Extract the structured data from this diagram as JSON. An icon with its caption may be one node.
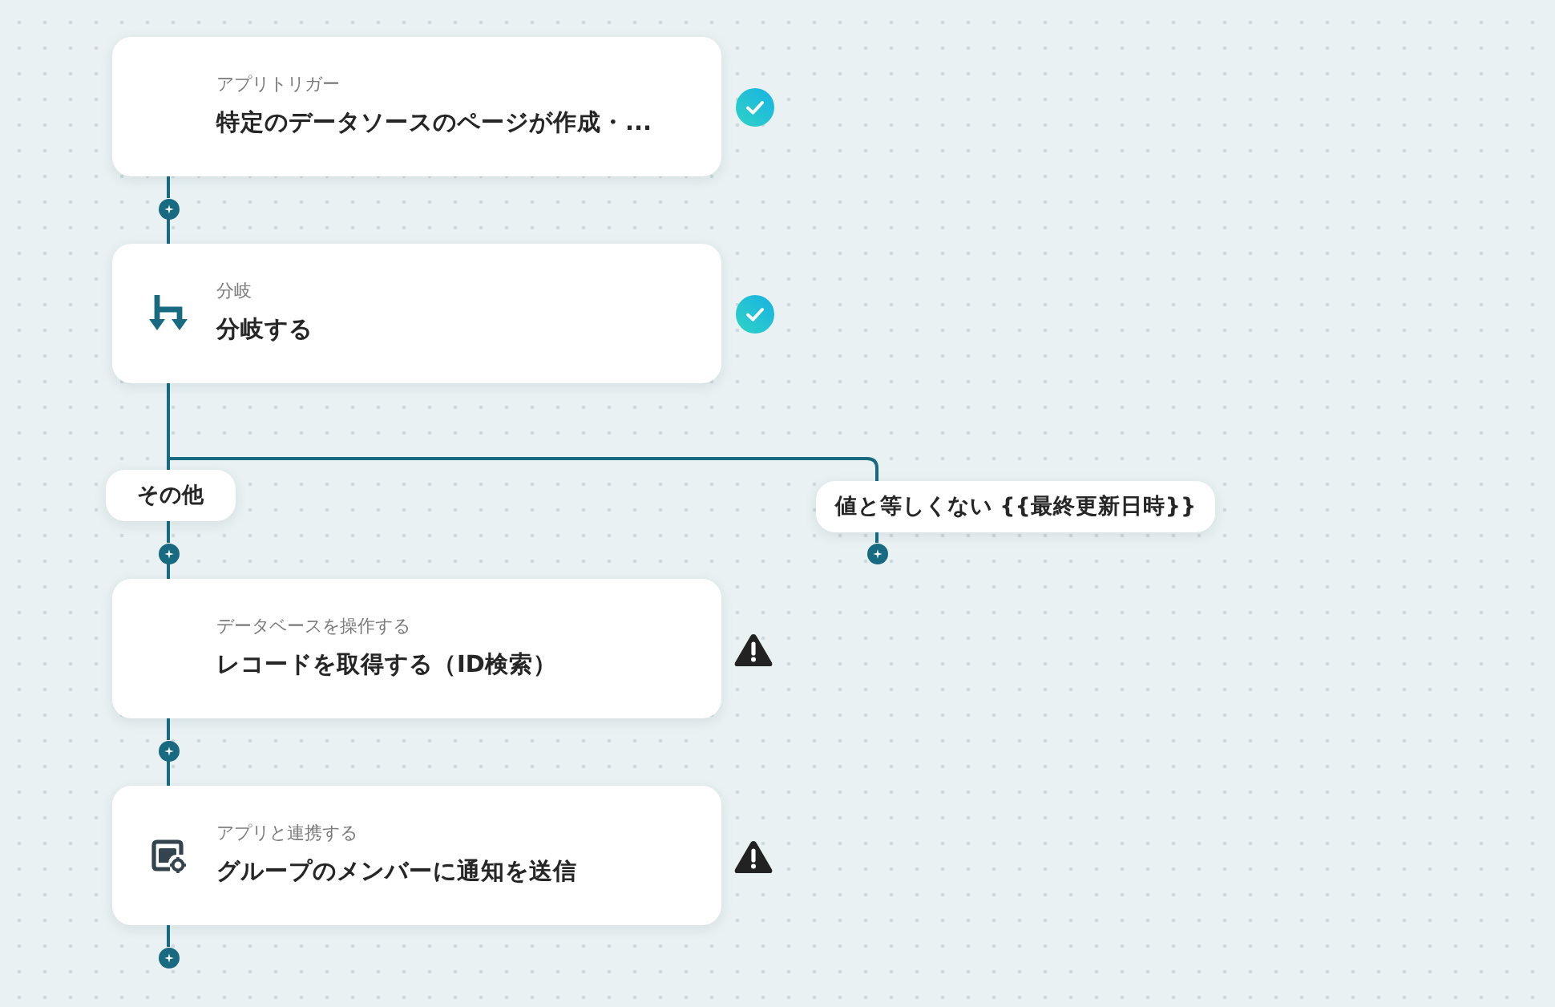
{
  "diagram": {
    "nodes": [
      {
        "text": [
          "アプリトリガー",
          "特定のデータソースのページが作成・..."
        ]
      },
      {
        "text": [],
        "shape": "circle"
      },
      {
        "text": [
          "分岐",
          "分岐する"
        ]
      },
      {
        "text": [
          "その他"
        ]
      },
      {
        "text": [
          "値と等しくない {{最終更新日時}}"
        ]
      },
      {
        "text": [],
        "shape": "circle"
      },
      {
        "text": [],
        "shape": "circle"
      },
      {
        "text": [
          "データベースを操作する",
          "レコードを取得する（ID検索）"
        ]
      },
      {
        "text": [],
        "shape": "circle"
      },
      {
        "text": [
          "アプリと連携する",
          "グループのメンバーに通知を送信"
        ]
      },
      {
        "text": [],
        "shape": "circle"
      }
    ],
    "edges": [
      {
        "from": 0,
        "to": 1,
        "arrow": "none"
      },
      {
        "from": 1,
        "to": 2,
        "arrow": "none"
      },
      {
        "from": 2,
        "to": 3,
        "arrow": "none"
      },
      {
        "from": 2,
        "to": 4,
        "arrow": "none"
      },
      {
        "from": 3,
        "to": 5,
        "arrow": "none"
      },
      {
        "from": 5,
        "to": 7,
        "arrow": "none"
      },
      {
        "from": 4,
        "to": 6,
        "arrow": "none"
      },
      {
        "from": 7,
        "to": 8,
        "arrow": "none"
      },
      {
        "from": 8,
        "to": 9,
        "arrow": "none"
      },
      {
        "from": 9,
        "to": 10,
        "arrow": "none"
      }
    ]
  }
}
